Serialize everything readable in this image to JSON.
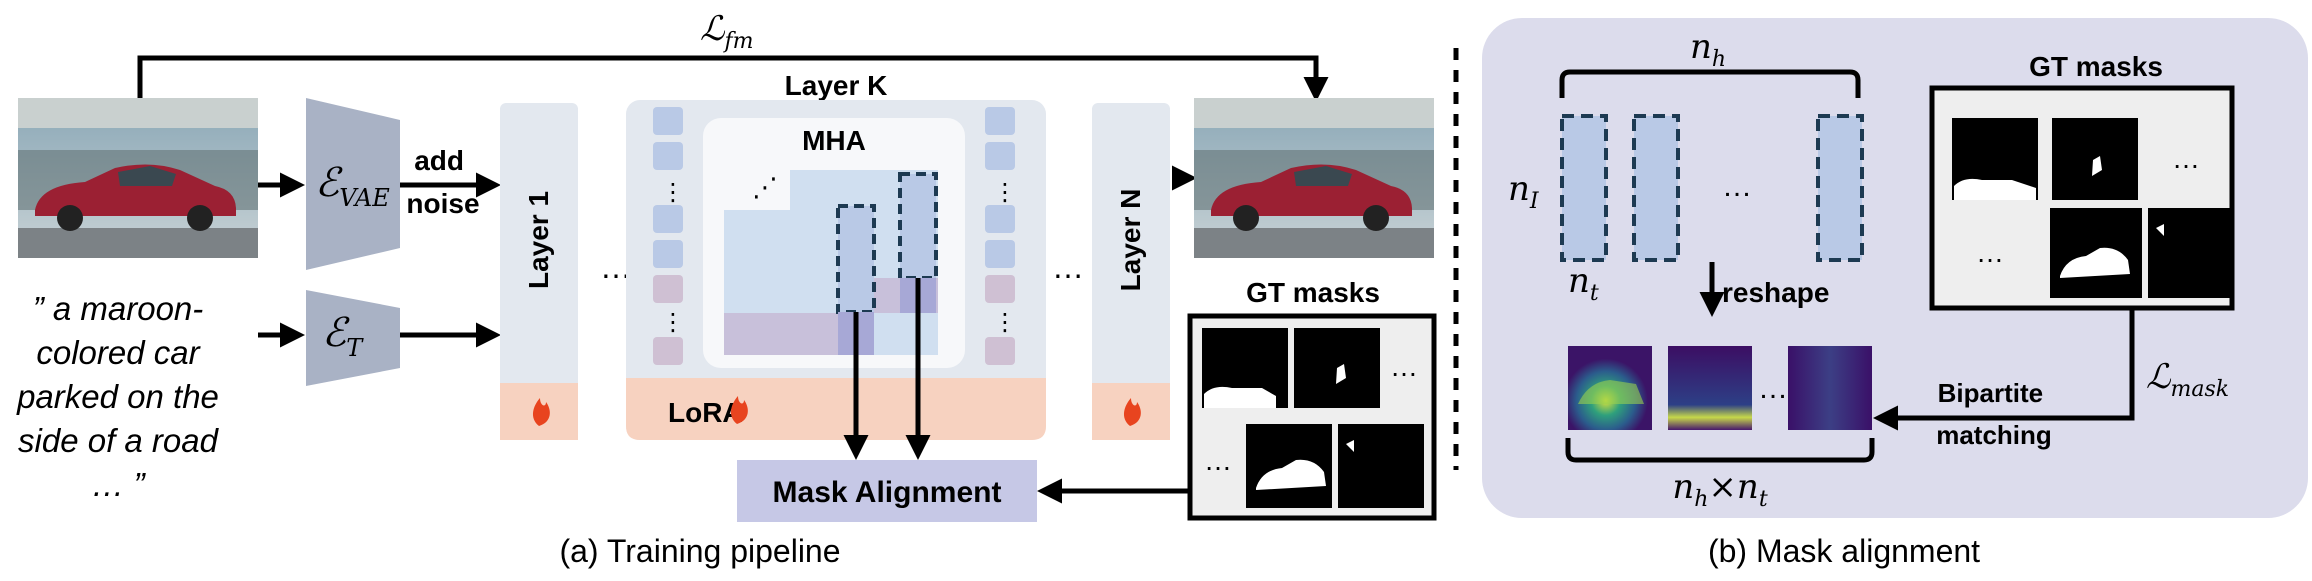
{
  "colors": {
    "encoder": "#a9b2c5",
    "layer": "#e3e8ef",
    "lora": "#f7d2c0",
    "head": "#b9c9e6",
    "head_purple": "#cfc0d3",
    "attn_light": "#d0dff0",
    "attn_purple": "#c8c0da",
    "align_box": "#c6c8e6",
    "mask_panel_bg": "#eeeeee",
    "right_panel_bg": "#dcdcec",
    "fire": "#e8441f"
  },
  "pipeline": {
    "loss_fm": {
      "symbol": "ℒ",
      "sub": "fm"
    },
    "vae_encoder": {
      "symbol": "ℰ",
      "sub": "VAE"
    },
    "text_encoder": {
      "symbol": "ℰ",
      "sub": "T"
    },
    "add_noise": [
      "add",
      "noise"
    ],
    "prompt_lines": [
      "” a maroon-",
      "colored car",
      "parked on the",
      "side of a road",
      "… ”"
    ],
    "layer1": "Layer 1",
    "layerK": "Layer K",
    "layerN": "Layer N",
    "mha": "MHA",
    "lora": "LoRA",
    "ellipsis": "…",
    "vdots": "⋮",
    "ddots": "⋰",
    "mask_alignment": "Mask Alignment",
    "gt_masks": "GT masks",
    "caption": "(a) Training pipeline",
    "fire_icon": "fire-icon",
    "car_image_icon": "car-photo"
  },
  "alignment": {
    "n_h": {
      "base": "n",
      "sub": "h"
    },
    "n_I": {
      "base": "n",
      "sub": "I"
    },
    "n_t": {
      "base": "n",
      "sub": "t"
    },
    "n_h_times_n_t": {
      "a": "n",
      "a_sub": "h",
      "times": "×",
      "b": "n",
      "b_sub": "t"
    },
    "reshape": "reshape",
    "gt_masks": "GT masks",
    "loss_mask": {
      "symbol": "ℒ",
      "sub": "mask"
    },
    "bipartite": [
      "Bipartite",
      "matching"
    ],
    "ellipsis": "…",
    "caption": "(b) Mask alignment"
  }
}
